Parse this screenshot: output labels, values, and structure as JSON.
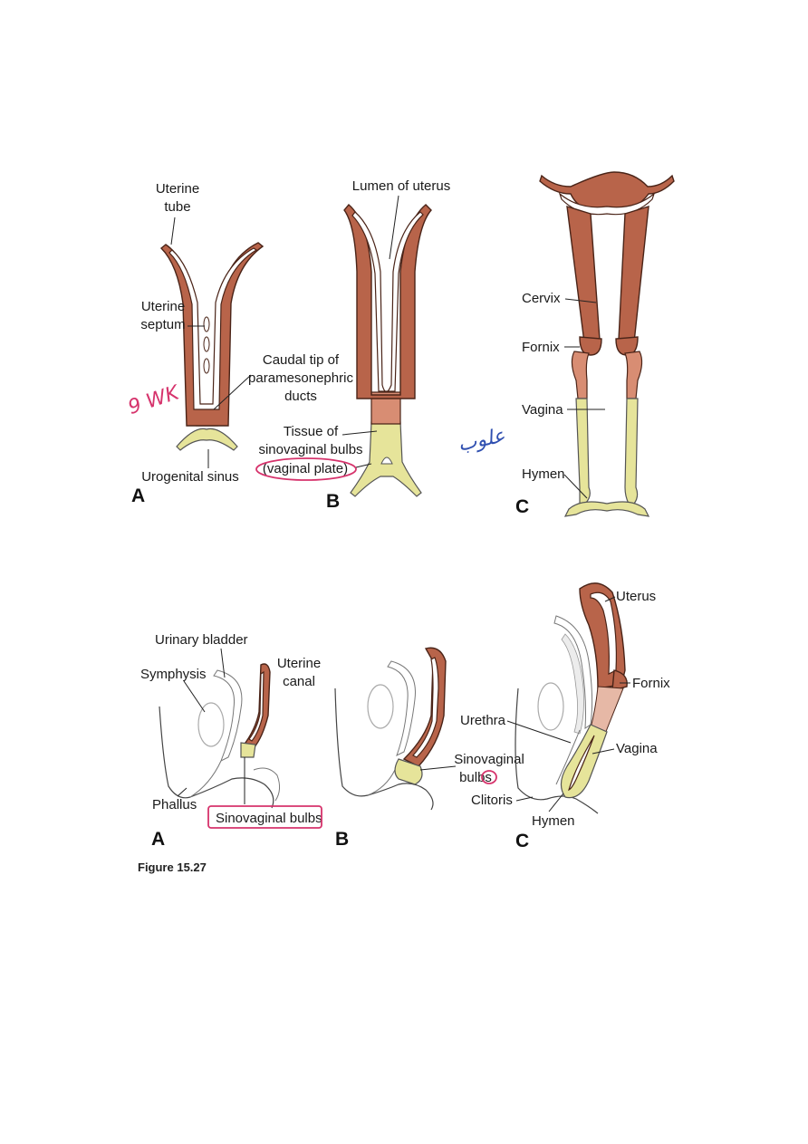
{
  "figure": {
    "top_panels": {
      "A": {
        "panel_label": "A",
        "labels": {
          "uterine_tube": [
            "Uterine",
            "tube"
          ],
          "uterine_septum": [
            "Uterine",
            "septum"
          ],
          "caudal_tip": [
            "Caudal tip of",
            "paramesonephric",
            "ducts"
          ],
          "urogenital_sinus": "Urogenital sinus"
        }
      },
      "B": {
        "panel_label": "B",
        "labels": {
          "lumen_of_uterus": "Lumen of uterus",
          "tissue_sinovaginal": [
            "Tissue of",
            "sinovaginal bulbs"
          ],
          "vaginal_plate": "(vaginal plate)"
        }
      },
      "C": {
        "panel_label": "C",
        "labels": {
          "cervix": "Cervix",
          "fornix": "Fornix",
          "vagina": "Vagina",
          "hymen": "Hymen"
        }
      }
    },
    "bottom_panels": {
      "A": {
        "panel_label": "A",
        "labels": {
          "urinary_bladder": "Urinary bladder",
          "symphysis": "Symphysis",
          "uterine_canal": [
            "Uterine",
            "canal"
          ],
          "phallus": "Phallus",
          "sinovaginal_bulbs": "Sinovaginal bulbs"
        }
      },
      "B": {
        "panel_label": "B",
        "labels": {
          "sinovaginal_bulbs": [
            "Sinovaginal",
            "bulbs"
          ]
        }
      },
      "C": {
        "panel_label": "C",
        "labels": {
          "uterus": "Uterus",
          "fornix": "Fornix",
          "urethra": "Urethra",
          "vagina": "Vagina",
          "clitoris": "Clitoris",
          "hymen": "Hymen"
        }
      }
    },
    "handwritten_notes": {
      "pink": "9 WK",
      "blue": "علوب"
    },
    "caption_fragment": "Figure 15.27"
  },
  "colors": {
    "tissue_brown": "#b8644a",
    "caudal_tip": "#d88d73",
    "sinovaginal_yellow": "#e6e49a",
    "annotation_pink": "#d6336c",
    "annotation_blue": "#2f4fb0"
  }
}
